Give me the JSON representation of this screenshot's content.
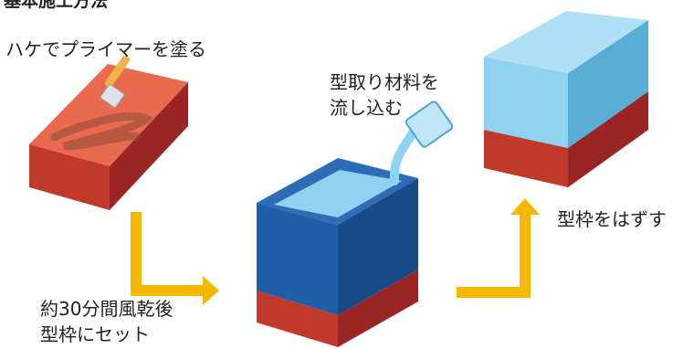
{
  "title": "基本施工方法",
  "steps": {
    "primer": "ハケでプライマーを塗る",
    "pour": "型取り材料を\n流し込む",
    "dry": "約30分間風乾後\n型枠にセット",
    "remove": "型枠をはずす"
  },
  "colors": {
    "red_top": "#e8684a",
    "red_front": "#c0392b",
    "red_side": "#9b2424",
    "blue_front": "#1f5fa8",
    "blue_side": "#174a86",
    "light_blue": "#8fd3f0",
    "arrow": "#f5b800"
  }
}
